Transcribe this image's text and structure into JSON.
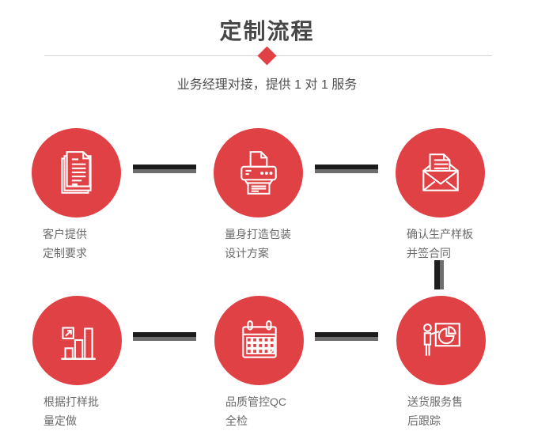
{
  "header": {
    "title": "定制流程",
    "subtitle": "业务经理对接，提供 1 对 1 服务"
  },
  "colors": {
    "accent_red": "#e04145",
    "title_text": "#474747",
    "subtitle_text": "#4f4f4f",
    "label_text": "#6b6b6b",
    "connector_black": "#1c1c1c",
    "connector_gray": "#6e6e6e",
    "divider_gray": "#d5d5d5",
    "icon_stroke": "#ffffff"
  },
  "steps": [
    {
      "icon": "documents-icon",
      "label_line1": "客户提供",
      "label_line2": "定制要求"
    },
    {
      "icon": "printer-icon",
      "label_line1": "量身打造包装",
      "label_line2": "设计方案"
    },
    {
      "icon": "envelope-icon",
      "label_line1": "确认生产样板",
      "label_line2": "并签合同"
    },
    {
      "icon": "bar-chart-icon",
      "label_line1": "根据打样批",
      "label_line2": "量定做"
    },
    {
      "icon": "calendar-icon",
      "label_line1": "品质管控QC",
      "label_line2": "全检"
    },
    {
      "icon": "presentation-icon",
      "label_line1": "送货服务售",
      "label_line2": "后跟踪"
    }
  ]
}
